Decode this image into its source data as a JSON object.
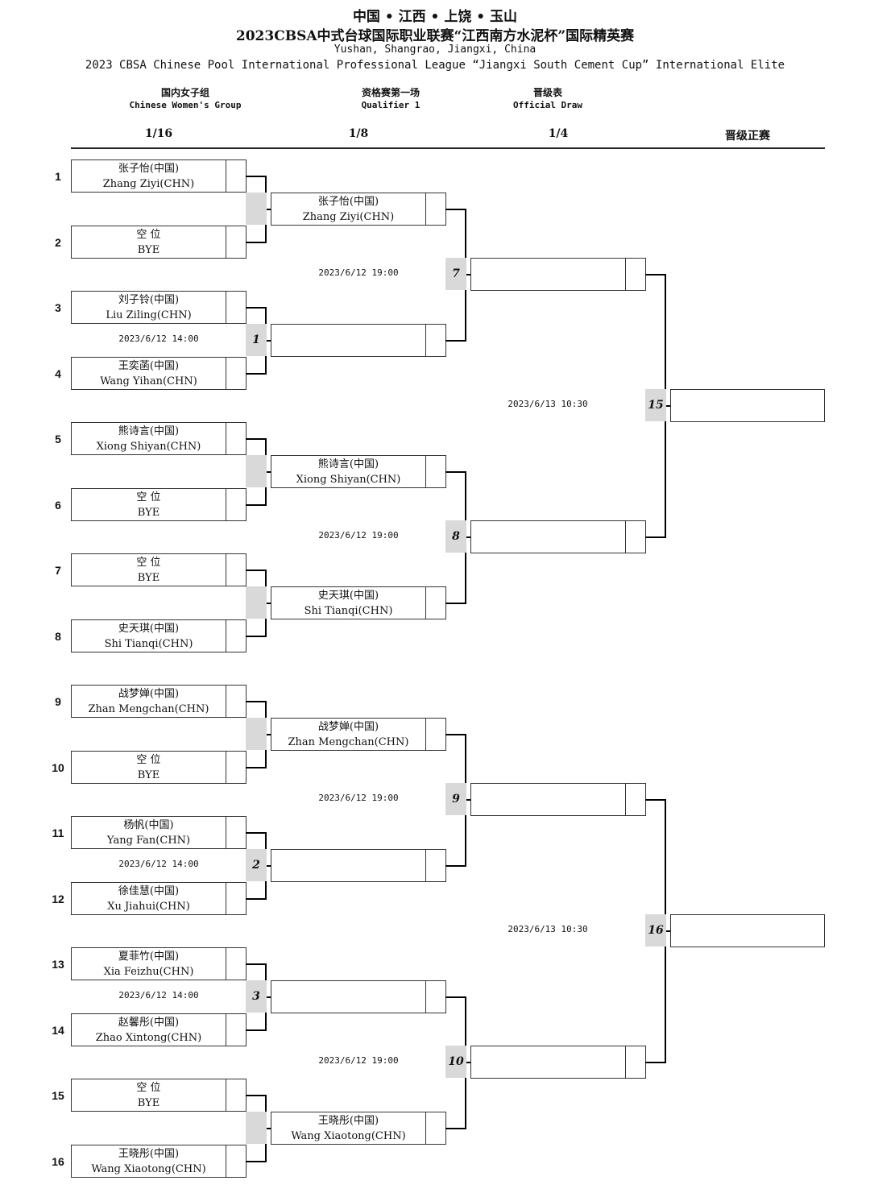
{
  "header": {
    "line1": "中国 • 江西 • 上饶 • 玉山",
    "line2": "2023CBSA中式台球国际职业联赛“江西南方水泥杯”国际精英赛",
    "line3": "Yushan, Shangrao, Jiangxi, China",
    "line4": "2023 CBSA Chinese Pool International Professional League “Jiangxi South Cement Cup” International Elite"
  },
  "subheaders": {
    "group_cn": "国内女子组",
    "group_en": "Chinese Women's Group",
    "qual_cn": "资格赛第一场",
    "qual_en": "Qualifier 1",
    "draw_cn": "晋级表",
    "draw_en": "Official Draw"
  },
  "rounds": {
    "r16": "1/16",
    "r8": "1/8",
    "r4": "1/4",
    "final": "晋级正赛"
  },
  "r16_players": [
    {
      "seed": "1",
      "cn": "张子怡(中国)",
      "en": "Zhang Ziyi(CHN)"
    },
    {
      "seed": "2",
      "cn": "空 位",
      "en": "BYE"
    },
    {
      "seed": "3",
      "cn": "刘子铃(中国)",
      "en": "Liu Ziling(CHN)"
    },
    {
      "seed": "4",
      "cn": "王奕菡(中国)",
      "en": "Wang Yihan(CHN)"
    },
    {
      "seed": "5",
      "cn": "熊诗言(中国)",
      "en": "Xiong Shiyan(CHN)"
    },
    {
      "seed": "6",
      "cn": "空 位",
      "en": "BYE"
    },
    {
      "seed": "7",
      "cn": "空 位",
      "en": "BYE"
    },
    {
      "seed": "8",
      "cn": "史天琪(中国)",
      "en": "Shi Tianqi(CHN)"
    },
    {
      "seed": "9",
      "cn": "战梦婵(中国)",
      "en": "Zhan Mengchan(CHN)"
    },
    {
      "seed": "10",
      "cn": "空 位",
      "en": "BYE"
    },
    {
      "seed": "11",
      "cn": "杨帆(中国)",
      "en": "Yang Fan(CHN)"
    },
    {
      "seed": "12",
      "cn": "徐佳慧(中国)",
      "en": "Xu Jiahui(CHN)"
    },
    {
      "seed": "13",
      "cn": "夏菲竹(中国)",
      "en": "Xia Feizhu(CHN)"
    },
    {
      "seed": "14",
      "cn": "赵馨彤(中国)",
      "en": "Zhao Xintong(CHN)"
    },
    {
      "seed": "15",
      "cn": "空 位",
      "en": "BYE"
    },
    {
      "seed": "16",
      "cn": "王晓彤(中国)",
      "en": "Wang Xiaotong(CHN)"
    }
  ],
  "r8_players": [
    {
      "cn": "张子怡(中国)",
      "en": "Zhang Ziyi(CHN)"
    },
    {
      "cn": "",
      "en": ""
    },
    {
      "cn": "熊诗言(中国)",
      "en": "Xiong Shiyan(CHN)"
    },
    {
      "cn": "史天琪(中国)",
      "en": "Shi Tianqi(CHN)"
    },
    {
      "cn": "战梦婵(中国)",
      "en": "Zhan Mengchan(CHN)"
    },
    {
      "cn": "",
      "en": ""
    },
    {
      "cn": "",
      "en": ""
    },
    {
      "cn": "王晓彤(中国)",
      "en": "Wang Xiaotong(CHN)"
    }
  ],
  "r16_matches": [
    {
      "num": "",
      "time": ""
    },
    {
      "num": "1",
      "time": "2023/6/12 14:00"
    },
    {
      "num": "",
      "time": ""
    },
    {
      "num": "",
      "time": ""
    },
    {
      "num": "",
      "time": ""
    },
    {
      "num": "2",
      "time": "2023/6/12 14:00"
    },
    {
      "num": "3",
      "time": "2023/6/12 14:00"
    },
    {
      "num": "",
      "time": ""
    }
  ],
  "r8_matches": [
    {
      "num": "7",
      "time": "2023/6/12 19:00"
    },
    {
      "num": "8",
      "time": "2023/6/12 19:00"
    },
    {
      "num": "9",
      "time": "2023/6/12 19:00"
    },
    {
      "num": "10",
      "time": "2023/6/12 19:00"
    }
  ],
  "qf_matches": [
    {
      "num": "15",
      "time": "2023/6/13 10:30"
    },
    {
      "num": "16",
      "time": "2023/6/13 10:30"
    }
  ]
}
